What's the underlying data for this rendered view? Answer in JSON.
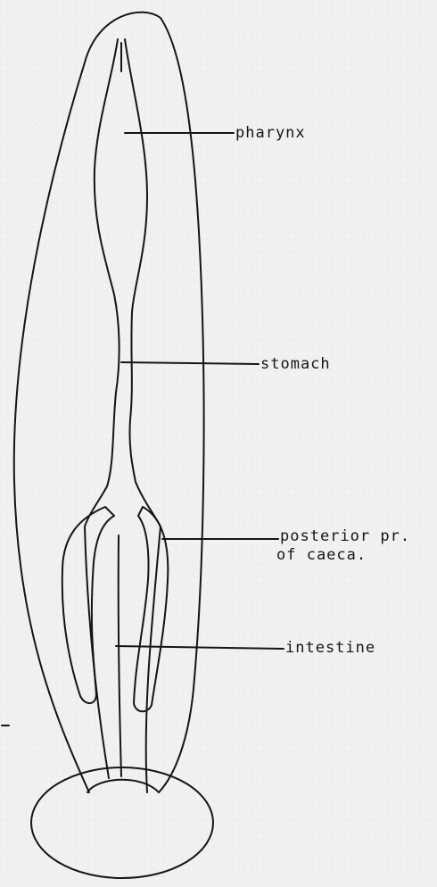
{
  "labels": {
    "pharynx": "pharynx",
    "stomach": "stomach",
    "caeca_line1": "posterior pr.",
    "caeca_line2": "of caeca.",
    "intestine": "intestine"
  },
  "colors": {
    "ink": "#151515",
    "paper": "#f1f1ef"
  }
}
